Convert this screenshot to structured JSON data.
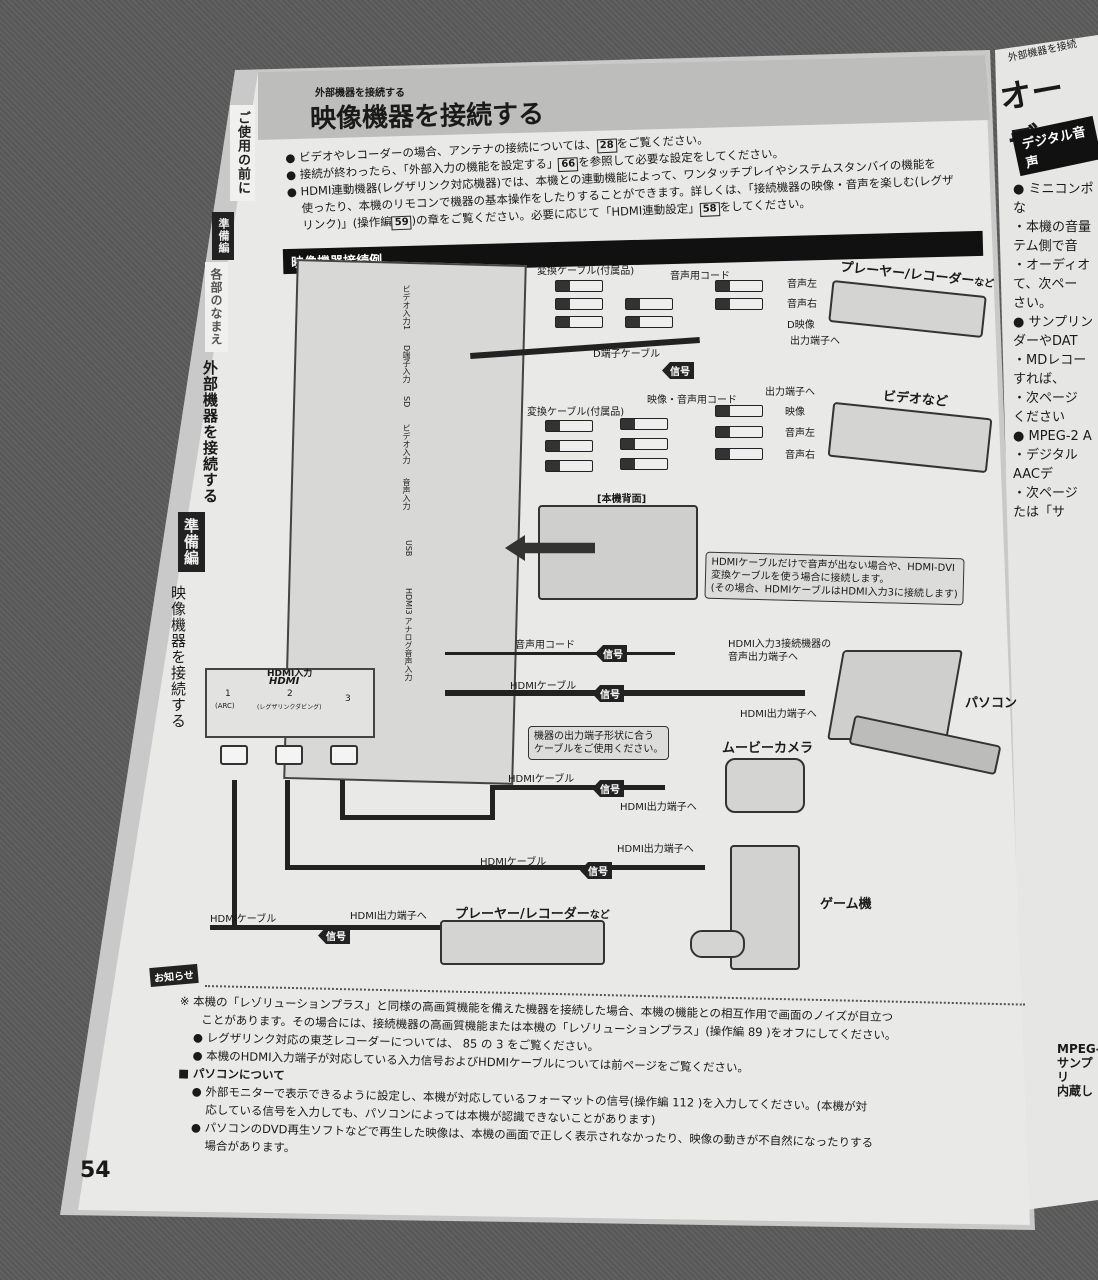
{
  "page": {
    "number": "54",
    "breadcrumb": "外部機器を接続する",
    "title": "映像機器を接続する"
  },
  "side_tabs": [
    "ご使用の前に",
    "準備編",
    "各部のなまえ",
    "外部機器を接続する",
    "準備編",
    "映像機器を接続する"
  ],
  "intro_bullets": [
    {
      "pre": "ビデオやレコーダーの場合、アンテナの接続については、",
      "ref": "28",
      "post": "をご覧ください。"
    },
    {
      "pre": "接続が終わったら、「外部入力の機能を設定する」",
      "ref": "66",
      "post": "を参照して必要な設定をしてください。"
    },
    {
      "pre": "HDMI連動機器(レグザリンク対応機器)では、本機との連動機能によって、ワンタッチプレイやシステムスタンバイの機能を",
      "line2": "使ったり、本機のリモコンで機器の基本操作をしたりすることができます。詳しくは、「接続機器の映像・音声を楽しむ(レグザ",
      "line3_pre": "リンク)」(操作編",
      "ref": "59",
      "line3_post": ")の章をご覧ください。必要に応じて「HDMI連動設定」",
      "ref2": "58",
      "line3_end": "をしてください。"
    }
  ],
  "section_title": "映像機器接続例",
  "diagram": {
    "conv_cable_1": "変換ケーブル(付属品)",
    "audio_cord": "音声用コード",
    "audio_left": "音声左",
    "audio_right": "音声右",
    "d_video": "D映像",
    "output_to": "出力端子へ",
    "d_cable": "D端子ケーブル",
    "player_recorder": "プレーヤー/レコーダー",
    "nado": "など",
    "signal": "信号",
    "conv_cable_2": "変換ケーブル(付属品)",
    "av_cord": "映像・音声用コード",
    "output_to_2": "出力端子へ",
    "video": "映像",
    "audio_left_2": "音声左",
    "audio_right_2": "音声右",
    "video_etc": "ビデオなど",
    "tv_back": "[本機背面]",
    "hdmi_callout": [
      "HDMIケーブルだけで音声が出ない場合や、HDMI-DVI",
      "変換ケーブルを使う場合に接続します。",
      "(その場合、HDMIケーブルはHDMI入力3に接続します)"
    ],
    "audio_cord_2": "音声用コード",
    "hdmi3_audio_out": [
      "HDMI入力3接続機器の",
      "音声出力端子へ"
    ],
    "hdmi_cable": "HDMIケーブル",
    "hdmi_out": "HDMI出力端子へ",
    "pc": "パソコン",
    "cable_callout": [
      "機器の出力端子形状に合う",
      "ケーブルをご使用ください。"
    ],
    "movie_camera": "ムービーカメラ",
    "game": "ゲーム機",
    "hdmi_input": "HDMI入力",
    "hdmi_logo": "HDMI",
    "ports": [
      {
        "n": "1",
        "sub": "(ARC)"
      },
      {
        "n": "2",
        "sub": "(レグザリンクダビング)"
      },
      {
        "n": "3",
        "sub": ""
      }
    ],
    "panel_labels": [
      "ビデオ入力1",
      "D端子入力",
      "ビデオ入力",
      "音声入力",
      "SD",
      "USB",
      "HDMI3 アナログ音声入力"
    ]
  },
  "notice": {
    "label": "お知らせ",
    "lines": [
      "※ 本機の「レゾリューションプラス」と同様の高画質機能を備えた機器を接続した場合、本機の機能との相互作用で画面のノイズが目立つ",
      "ことがあります。その場合には、接続機器の高画質機能または本機の「レゾリューションプラス」(操作編 89 )をオフにしてください。",
      "● レグザリンク対応の東芝レコーダーについては、 85 の 3 をご覧ください。",
      "● 本機のHDMI入力端子が対応している入力信号およびHDMIケーブルについては前ページをご覧ください。",
      "■ パソコンについて",
      "● 外部モニターで表示できるように設定し、本機が対応しているフォーマットの信号(操作編 112 )を入力してください。(本機が対",
      "応している信号を入力しても、パソコンによっては本機が認識できないことがあります)",
      "● パソコンのDVD再生ソフトなどで再生した映像は、本機の画面で正しく表示されなかったり、映像の動きが不自然になったりする",
      "場合があります。"
    ]
  },
  "right_page": {
    "breadcrumb": "外部機器を接続",
    "title": "オーデ",
    "section": "デジタル音声",
    "lines": [
      "● ミニコンポな",
      "・本機の音量",
      "テム側で音",
      "・オーディオ",
      "て、次ペー",
      "さい。",
      "● サンプリン",
      "ダーやDAT",
      "・MDレコー",
      "すれば、",
      "・次ページ",
      "ください",
      "● MPEG-2 A",
      "・デジタル",
      "AACデ",
      "・次ページ",
      "たは「サ"
    ],
    "bottom": [
      "MPEG-",
      "サンプリ",
      "内蔵し"
    ]
  }
}
